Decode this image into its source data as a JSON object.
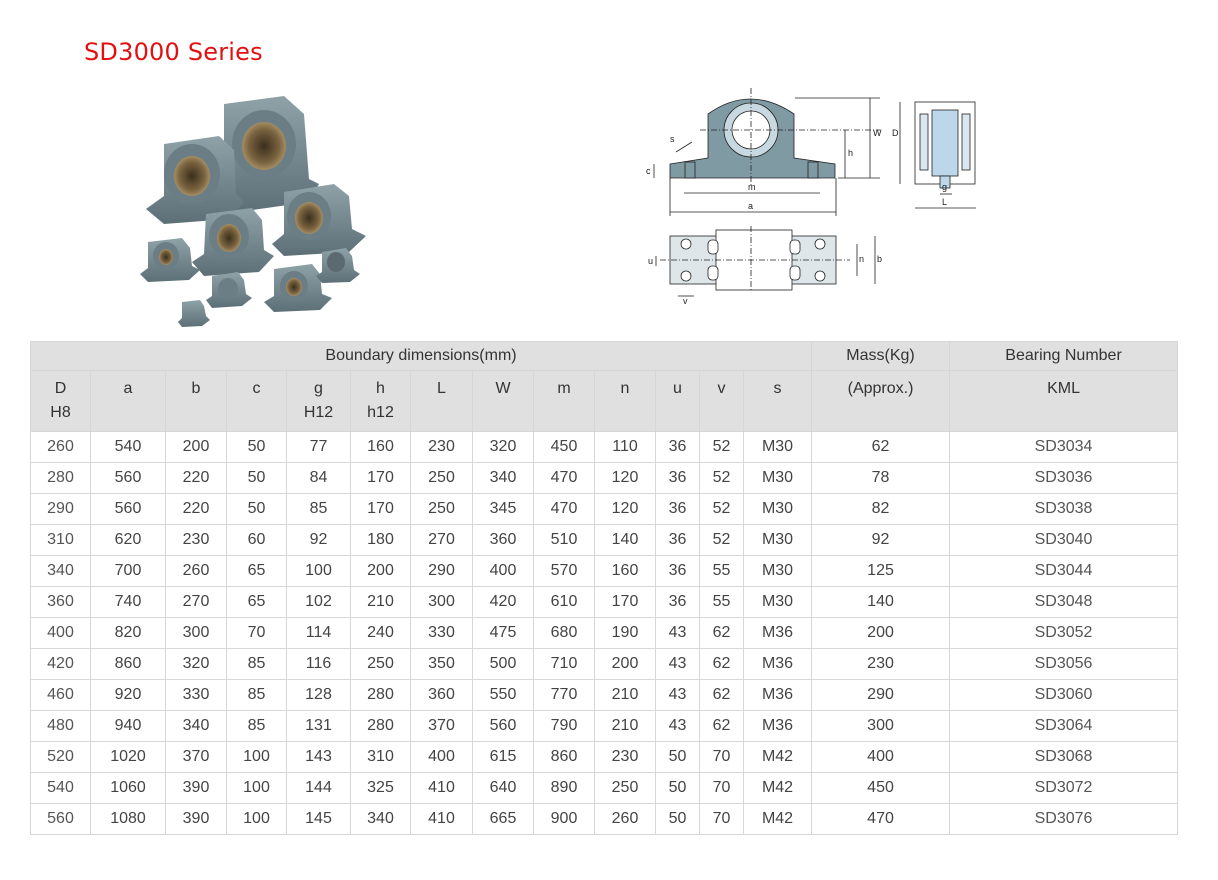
{
  "title": "SD3000 Series",
  "table": {
    "group_headers": {
      "boundary": "Boundary dimensions(mm)",
      "mass": "Mass(Kg)",
      "bearing": "Bearing Number"
    },
    "columns": [
      {
        "line1": "D",
        "line2": "H8"
      },
      {
        "line1": "a",
        "line2": ""
      },
      {
        "line1": "b",
        "line2": ""
      },
      {
        "line1": "c",
        "line2": ""
      },
      {
        "line1": "g",
        "line2": "H12"
      },
      {
        "line1": "h",
        "line2": "h12"
      },
      {
        "line1": "L",
        "line2": ""
      },
      {
        "line1": "W",
        "line2": ""
      },
      {
        "line1": "m",
        "line2": ""
      },
      {
        "line1": "n",
        "line2": ""
      },
      {
        "line1": "u",
        "line2": ""
      },
      {
        "line1": "v",
        "line2": ""
      },
      {
        "line1": "s",
        "line2": ""
      },
      {
        "line1": "(Approx.)",
        "line2": ""
      },
      {
        "line1": "KML",
        "line2": ""
      }
    ],
    "rows": [
      [
        "260",
        "540",
        "200",
        "50",
        "77",
        "160",
        "230",
        "320",
        "450",
        "110",
        "36",
        "52",
        "M30",
        "62",
        "SD3034"
      ],
      [
        "280",
        "560",
        "220",
        "50",
        "84",
        "170",
        "250",
        "340",
        "470",
        "120",
        "36",
        "52",
        "M30",
        "78",
        "SD3036"
      ],
      [
        "290",
        "560",
        "220",
        "50",
        "85",
        "170",
        "250",
        "345",
        "470",
        "120",
        "36",
        "52",
        "M30",
        "82",
        "SD3038"
      ],
      [
        "310",
        "620",
        "230",
        "60",
        "92",
        "180",
        "270",
        "360",
        "510",
        "140",
        "36",
        "52",
        "M30",
        "92",
        "SD3040"
      ],
      [
        "340",
        "700",
        "260",
        "65",
        "100",
        "200",
        "290",
        "400",
        "570",
        "160",
        "36",
        "55",
        "M30",
        "125",
        "SD3044"
      ],
      [
        "360",
        "740",
        "270",
        "65",
        "102",
        "210",
        "300",
        "420",
        "610",
        "170",
        "36",
        "55",
        "M30",
        "140",
        "SD3048"
      ],
      [
        "400",
        "820",
        "300",
        "70",
        "114",
        "240",
        "330",
        "475",
        "680",
        "190",
        "43",
        "62",
        "M36",
        "200",
        "SD3052"
      ],
      [
        "420",
        "860",
        "320",
        "85",
        "116",
        "250",
        "350",
        "500",
        "710",
        "200",
        "43",
        "62",
        "M36",
        "230",
        "SD3056"
      ],
      [
        "460",
        "920",
        "330",
        "85",
        "128",
        "280",
        "360",
        "550",
        "770",
        "210",
        "43",
        "62",
        "M36",
        "290",
        "SD3060"
      ],
      [
        "480",
        "940",
        "340",
        "85",
        "131",
        "280",
        "370",
        "560",
        "790",
        "210",
        "43",
        "62",
        "M36",
        "300",
        "SD3064"
      ],
      [
        "520",
        "1020",
        "370",
        "100",
        "143",
        "310",
        "400",
        "615",
        "860",
        "230",
        "50",
        "70",
        "M42",
        "400",
        "SD3068"
      ],
      [
        "540",
        "1060",
        "390",
        "100",
        "144",
        "325",
        "410",
        "640",
        "890",
        "250",
        "50",
        "70",
        "M42",
        "450",
        "SD3072"
      ],
      [
        "560",
        "1080",
        "390",
        "100",
        "145",
        "340",
        "410",
        "665",
        "900",
        "260",
        "50",
        "70",
        "M42",
        "470",
        "SD3076"
      ]
    ]
  },
  "drawing_labels": {
    "s": "s",
    "c": "c",
    "m": "m",
    "a": "a",
    "h": "h",
    "W": "W",
    "D": "D",
    "g": "g",
    "L": "L",
    "n": "n",
    "b": "b",
    "u": "u",
    "v": "v"
  },
  "colors": {
    "title": "#e21010",
    "header_bg": "#e0e0e0",
    "housing": "#7a8c94",
    "highlight": "#bcd6ea"
  }
}
